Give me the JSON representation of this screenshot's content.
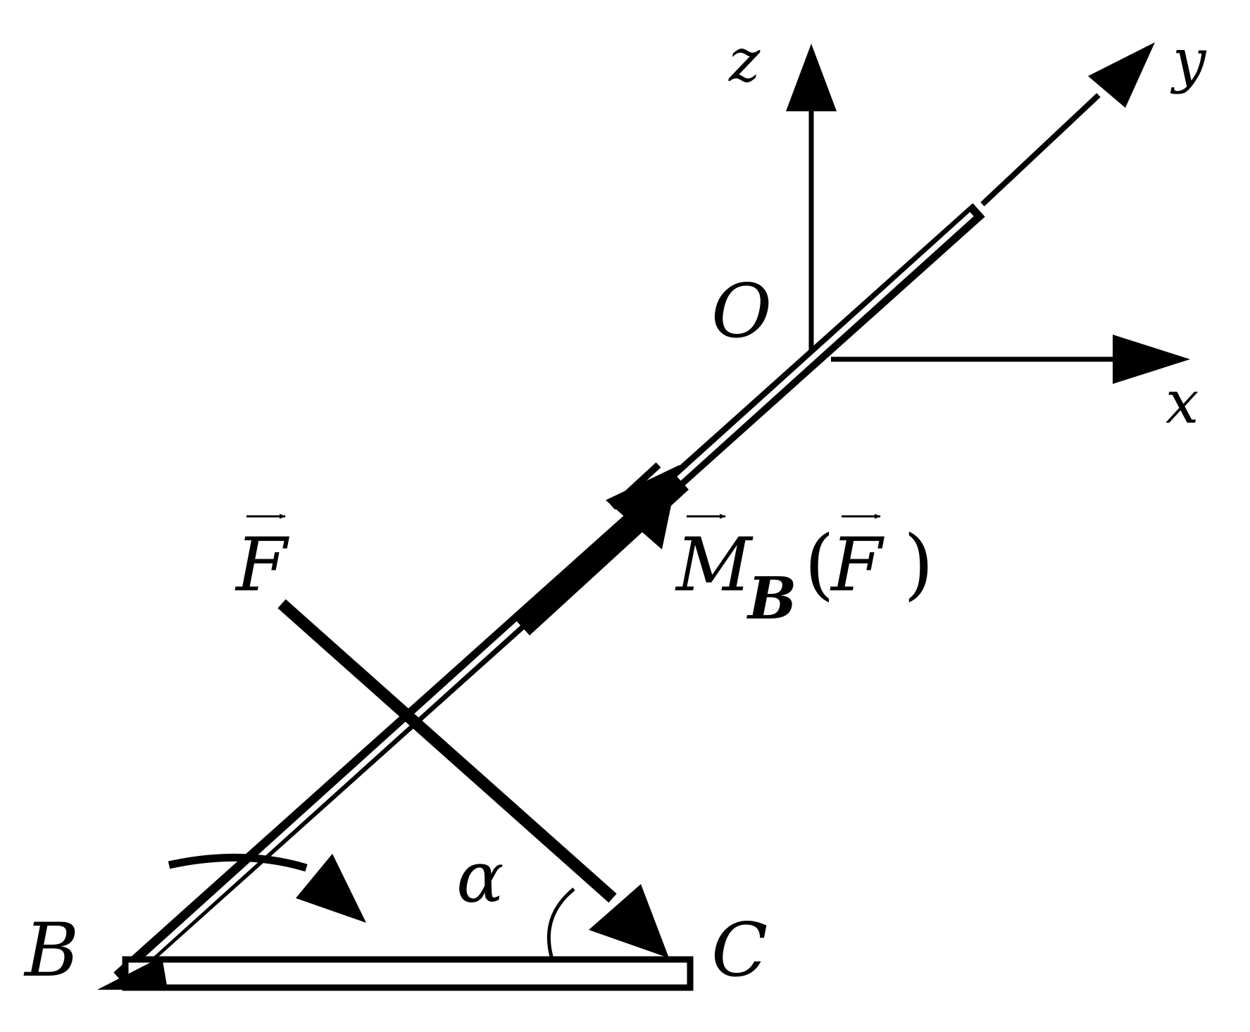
{
  "labels": {
    "z": "z",
    "y": "y",
    "x": "x",
    "O": "O",
    "F": "F",
    "M": "M",
    "B_sub": "B",
    "open_paren": "(",
    "F_inner": "F",
    "close_paren": ")",
    "alpha": "α",
    "B": "B",
    "C": "C"
  },
  "colors": {
    "ink": "#000000",
    "paper": "#ffffff"
  },
  "icons": {
    "vector_arrow": "over-arrow-icon"
  }
}
